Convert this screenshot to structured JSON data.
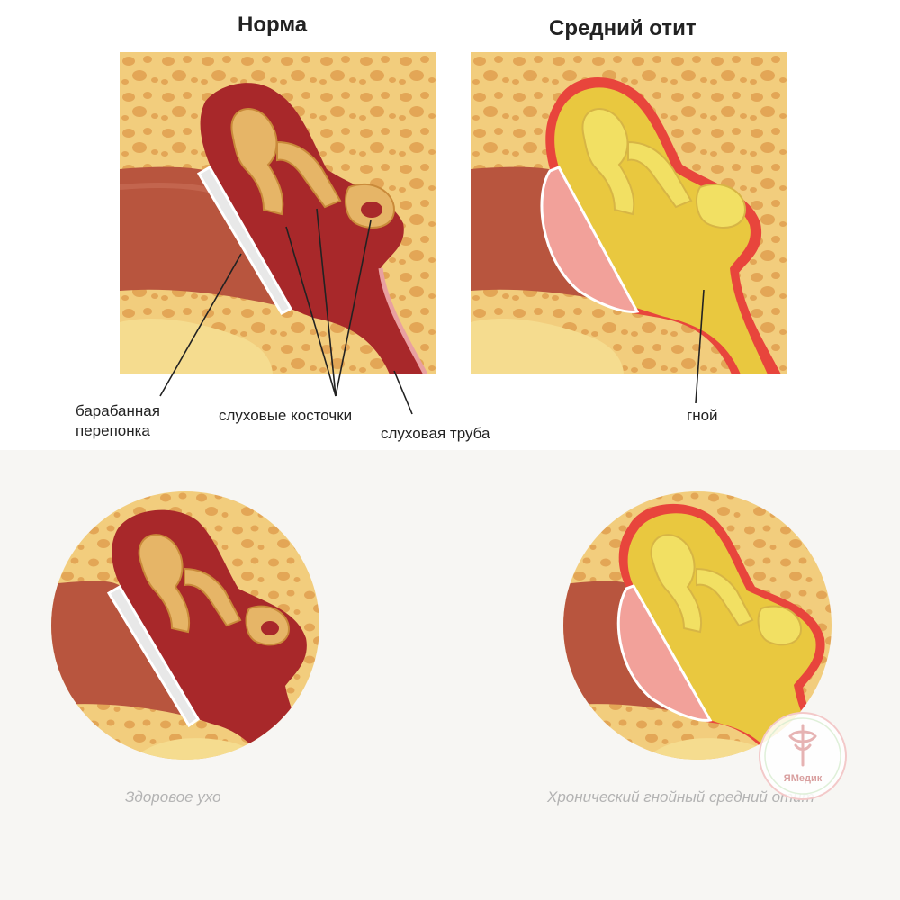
{
  "titles": {
    "normal": "Норма",
    "otitis": "Средний отит"
  },
  "labels": {
    "eardrum_line1": "барабанная",
    "eardrum_line2": "перепонка",
    "ossicles": "слуховые косточки",
    "eustachian_tube": "слуховая труба",
    "pus": "гной"
  },
  "captions": {
    "healthy": "Здоровое ухо",
    "chronic": "Хронический гнойный средний отит"
  },
  "watermark": {
    "text": "ЯМедик"
  },
  "colors": {
    "bone": "#f2cd7d",
    "bone_hole": "#e3a656",
    "cavity": "#a8282a",
    "canal": "#b8553e",
    "ossicle": "#e6b567",
    "pus": "#e9c83f",
    "inflamed_edge": "#e8453c"
  }
}
